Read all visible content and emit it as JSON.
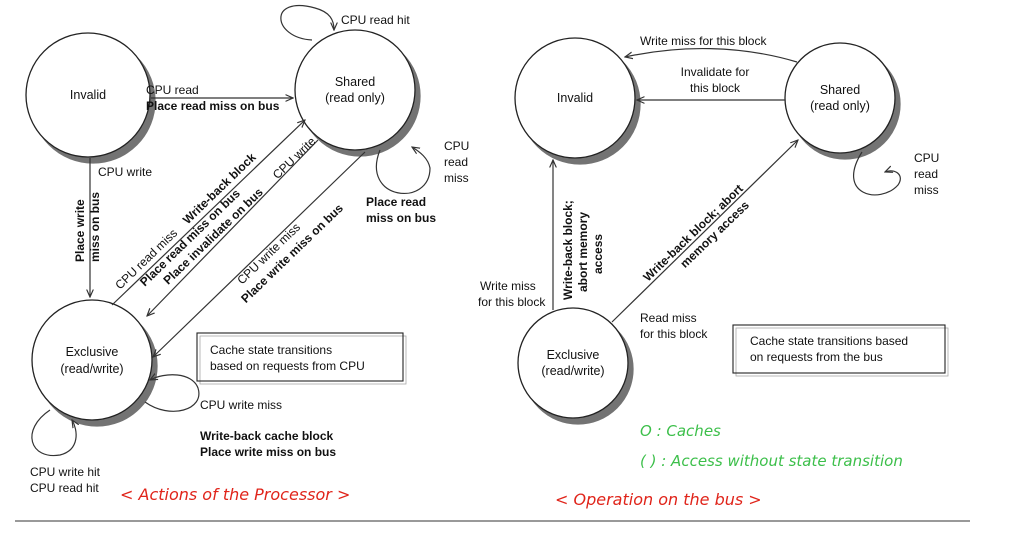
{
  "left": {
    "states": {
      "invalid": "Invalid",
      "shared": [
        "Shared",
        "(read only)"
      ],
      "exclusive": [
        "Exclusive",
        "(read/write)"
      ]
    },
    "labels": {
      "cpu_read_hit": "CPU read hit",
      "cpu_read": "CPU read",
      "place_read_miss": "Place read miss on bus",
      "cpu_write": "CPU write",
      "place_write_miss_bus": [
        "Place write",
        "miss on bus"
      ],
      "cpu_read_miss_top": "CPU read miss",
      "write_back_block": "Write-back block",
      "place_read_miss_diag": "Place read miss on bus",
      "place_invalidate_diag": "Place invalidate on bus",
      "cpu_write_diag": "CPU write",
      "cpu_write_miss_diag": "CPU write miss",
      "place_write_miss_diag": "Place write miss on bus",
      "cpu_read_miss_loop": [
        "CPU",
        "read",
        "miss"
      ],
      "place_read_miss_loop": [
        "Place read",
        "miss on bus"
      ],
      "cpu_write_miss_self": "CPU write miss",
      "write_back_cache_block": "Write-back cache block",
      "place_write_miss_self": "Place write miss on bus",
      "cpu_write_hit": "CPU write hit",
      "cpu_read_hit_bottom": "CPU read hit",
      "caption": [
        "Cache state transitions",
        "based on requests from CPU"
      ]
    },
    "annotation": "< Actions of the Processor >"
  },
  "right": {
    "states": {
      "invalid": "Invalid",
      "shared": [
        "Shared",
        "(read only)"
      ],
      "exclusive": [
        "Exclusive",
        "(read/write)"
      ]
    },
    "labels": {
      "write_miss_block_top": "Write miss for this block",
      "invalidate_block": [
        "Invalidate for",
        "this block"
      ],
      "cpu_read_miss_loop": [
        "CPU",
        "read",
        "miss"
      ],
      "write_back_abort_vert": [
        "Write-back block;",
        "abort memory",
        "access"
      ],
      "write_miss_block_left": [
        "Write miss",
        "for this block"
      ],
      "write_back_abort_diag": [
        "Write-back block; abort",
        "memory access"
      ],
      "read_miss_block": [
        "Read miss",
        "for this block"
      ],
      "caption": [
        "Cache state transitions based",
        "on requests from the bus"
      ]
    },
    "annotations": {
      "caches": "O : Caches",
      "access_without": "( ) : Access without state transition",
      "operation": "< Operation on the bus >"
    }
  },
  "colors": {
    "annotation_red": "#e0241a",
    "annotation_green": "#3cbf4a",
    "line": "#333333"
  }
}
